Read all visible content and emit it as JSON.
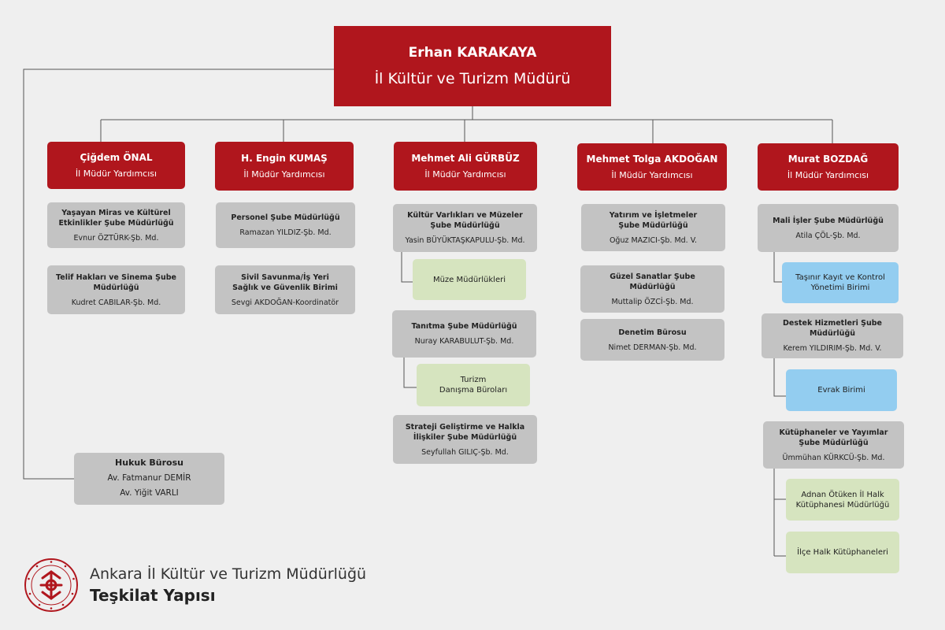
{
  "director": {
    "name": "Erhan KARAKAYA",
    "title": "İl Kültür ve Turizm Müdürü"
  },
  "deputies": [
    {
      "name": "Çiğdem ÖNAL",
      "title": "İl Müdür Yardımcısı"
    },
    {
      "name": "H. Engin KUMAŞ",
      "title": "İl Müdür Yardımcısı"
    },
    {
      "name": "Mehmet Ali GÜRBÜZ",
      "title": "İl Müdür Yardımcısı"
    },
    {
      "name": "Mehmet Tolga AKDOĞAN",
      "title": "İl Müdür Yardımcısı"
    },
    {
      "name": "Murat BOZDAĞ",
      "title": "İl Müdür Yardımcısı"
    }
  ],
  "branches": [
    {
      "name": "Yaşayan Miras ve Kültürel\nEtkinlikler Şube Müdürlüğü",
      "head": "Evnur ÖZTÜRK-Şb. Md."
    },
    {
      "name": "Telif Hakları ve Sinema Şube\nMüdürlüğü",
      "head": "Kudret CABILAR-Şb. Md."
    },
    {
      "name": "Personel Şube Müdürlüğü",
      "head": "Ramazan YILDIZ-Şb. Md."
    },
    {
      "name": "Sivil Savunma/İş Yeri\nSağlık ve Güvenlik Birimi",
      "head": "Sevgi AKDOĞAN-Koordinatör"
    },
    {
      "name": "Kültür Varlıkları ve Müzeler\nŞube Müdürlüğü",
      "head": "Yasin BÜYÜKTAŞKAPULU-Şb. Md."
    },
    {
      "name": "Tanıtma Şube Müdürlüğü",
      "head": "Nuray KARABULUT-Şb. Md."
    },
    {
      "name": "Strateji Geliştirme ve Halkla\nİlişkiler Şube Müdürlüğü",
      "head": "Seyfullah GILIÇ-Şb. Md."
    },
    {
      "name": "Yatırım ve İşletmeler\nŞube Müdürlüğü",
      "head": "Oğuz MAZICI-Şb. Md. V."
    },
    {
      "name": "Güzel Sanatlar Şube\nMüdürlüğü",
      "head": "Muttalip ÖZCİ-Şb. Md."
    },
    {
      "name": "Denetim Bürosu",
      "head": "Nimet DERMAN-Şb. Md."
    },
    {
      "name": "Mali İşler Şube Müdürlüğü",
      "head": "Atila ÇÖL-Şb. Md."
    },
    {
      "name": "Destek Hizmetleri Şube\nMüdürlüğü",
      "head": "Kerem YILDIRIM-Şb. Md. V."
    },
    {
      "name": "Kütüphaneler ve Yayımlar\nŞube Müdürlüğü",
      "head": "Ümmühan KÜRKCÜ-Şb. Md."
    }
  ],
  "units": [
    {
      "label": "Müze Müdürlükleri",
      "color": "#d6e4bf"
    },
    {
      "label": "Turizm\nDanışma Büroları",
      "color": "#d6e4bf"
    },
    {
      "label": "Taşınır Kayıt ve Kontrol\nYönetimi Birimi",
      "color": "#93cdf0"
    },
    {
      "label": "Evrak Birimi",
      "color": "#93cdf0"
    },
    {
      "label": "Adnan Ötüken İl Halk\nKütüphanesi Müdürlüğü",
      "color": "#d6e4bf"
    },
    {
      "label": "İlçe Halk Kütüphaneleri",
      "color": "#d6e4bf"
    }
  ],
  "legal": {
    "name": "Hukuk Bürosu",
    "members": [
      "Av. Fatmanur DEMİR",
      "Av. Yiğit VARLI"
    ]
  },
  "footer": {
    "organization": "Ankara İl Kültür ve Turizm Müdürlüğü",
    "subtitle": "Teşkilat Yapısı"
  },
  "colors": {
    "accent_red": "#b0161d",
    "branch_gray": "#c3c3c3",
    "unit_green": "#d6e4bf",
    "unit_blue": "#93cdf0",
    "background": "#efefef"
  }
}
